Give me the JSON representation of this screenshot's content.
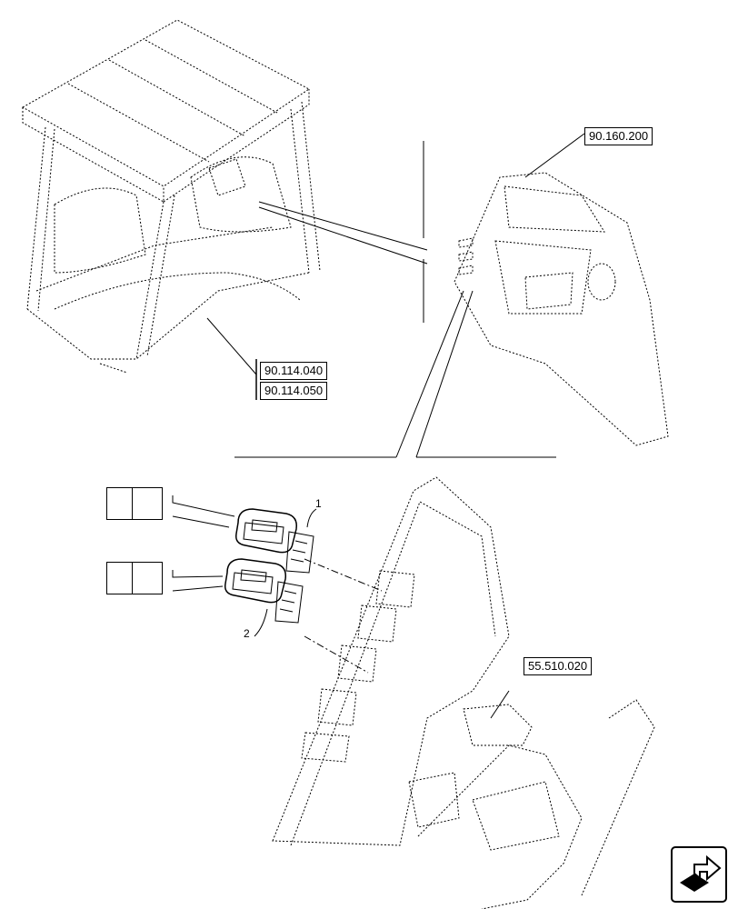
{
  "references": {
    "top_right": "90.160.200",
    "left_a": "90.114.040",
    "left_b": "90.114.050",
    "bottom_right": "55.510.020"
  },
  "callouts": {
    "item_1": "1",
    "item_2": "2"
  },
  "icons": {
    "symbol_1": "rear-window-wiper-symbol-icon",
    "symbol_2": "rear-window-washer-symbol-icon",
    "nav": "next-page-arrow-icon"
  },
  "colors": {
    "line": "#000000",
    "background": "#ffffff"
  }
}
